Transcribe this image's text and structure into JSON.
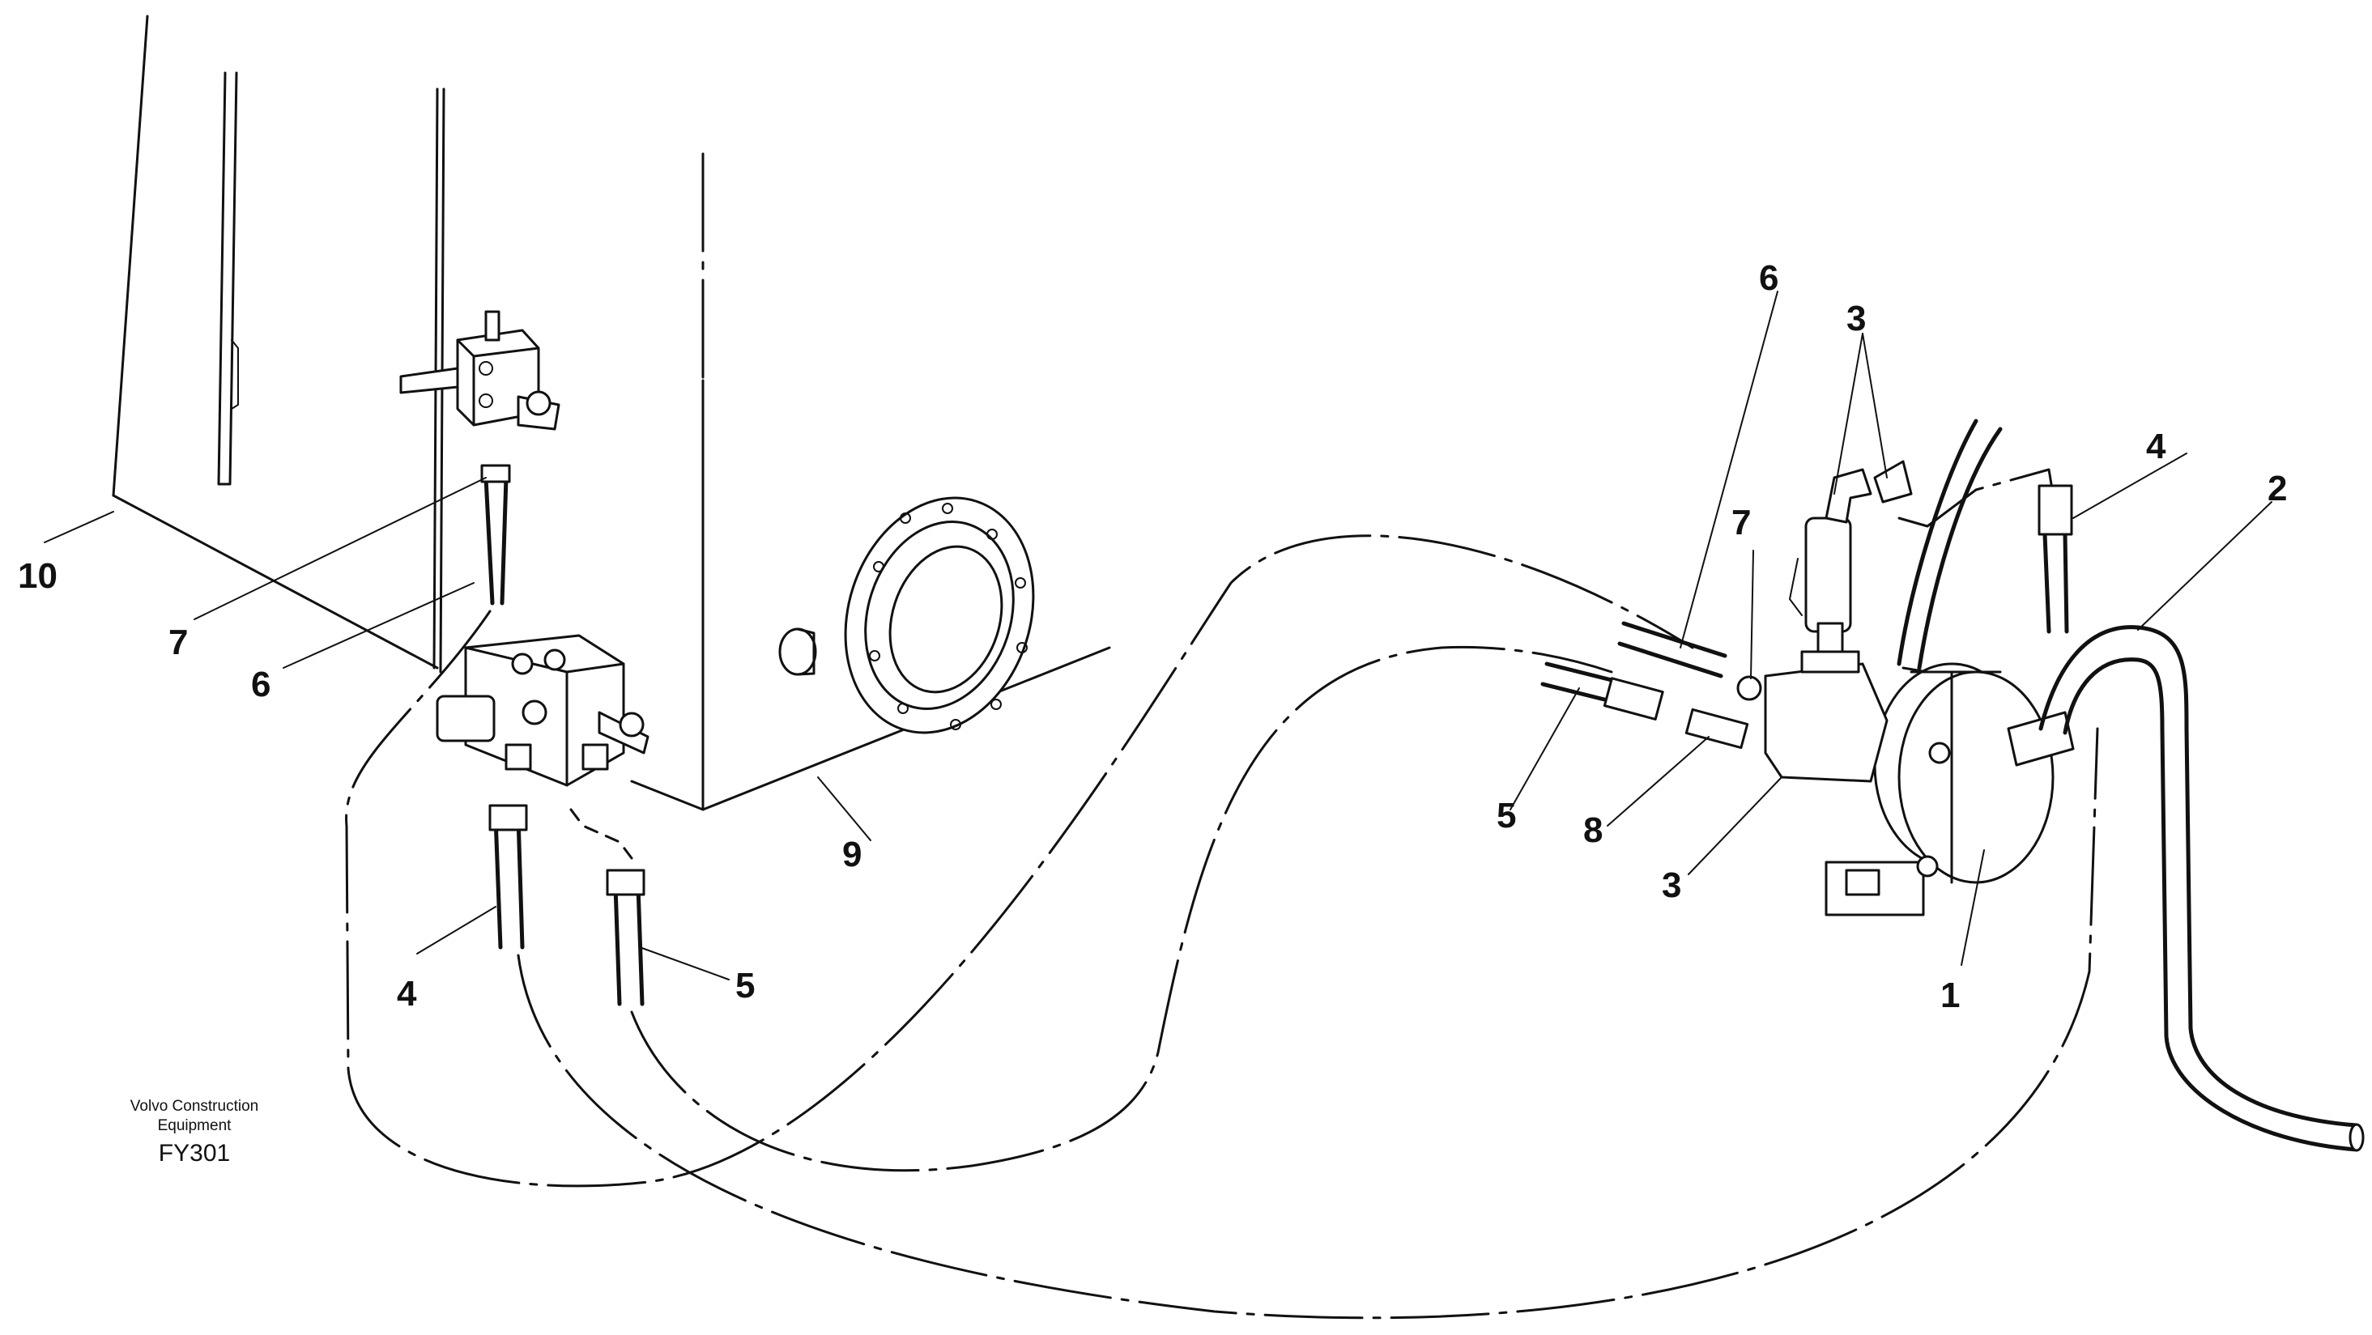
{
  "parts": [
    {
      "id": "1",
      "label": "1"
    },
    {
      "id": "2",
      "label": "2"
    },
    {
      "id": "3a",
      "label": "3"
    },
    {
      "id": "3b",
      "label": "3"
    },
    {
      "id": "4a",
      "label": "4"
    },
    {
      "id": "4b",
      "label": "4"
    },
    {
      "id": "5a",
      "label": "5"
    },
    {
      "id": "5b",
      "label": "5"
    },
    {
      "id": "6a",
      "label": "6"
    },
    {
      "id": "6b",
      "label": "6"
    },
    {
      "id": "7a",
      "label": "7"
    },
    {
      "id": "7b",
      "label": "7"
    },
    {
      "id": "8",
      "label": "8"
    },
    {
      "id": "9",
      "label": "9"
    },
    {
      "id": "10",
      "label": "10"
    }
  ],
  "credit": {
    "line1": "Volvo Construction",
    "line2": "Equipment",
    "code": "FY301"
  }
}
